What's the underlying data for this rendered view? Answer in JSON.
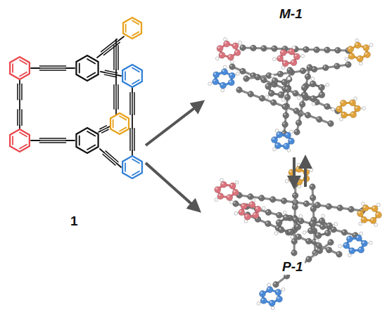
{
  "diagram": {
    "nodes": [
      {
        "text": [
          "1"
        ]
      },
      {
        "text": [
          "M-1"
        ]
      },
      {
        "text": [
          "P-1"
        ]
      }
    ],
    "edges": [
      {
        "from": 0,
        "to": 1,
        "arrow": "to"
      },
      {
        "from": 0,
        "to": 2,
        "arrow": "to"
      },
      {
        "from": 1,
        "to": 2,
        "arrow": "to"
      },
      {
        "from": 2,
        "to": 1,
        "arrow": "to"
      }
    ]
  }
}
